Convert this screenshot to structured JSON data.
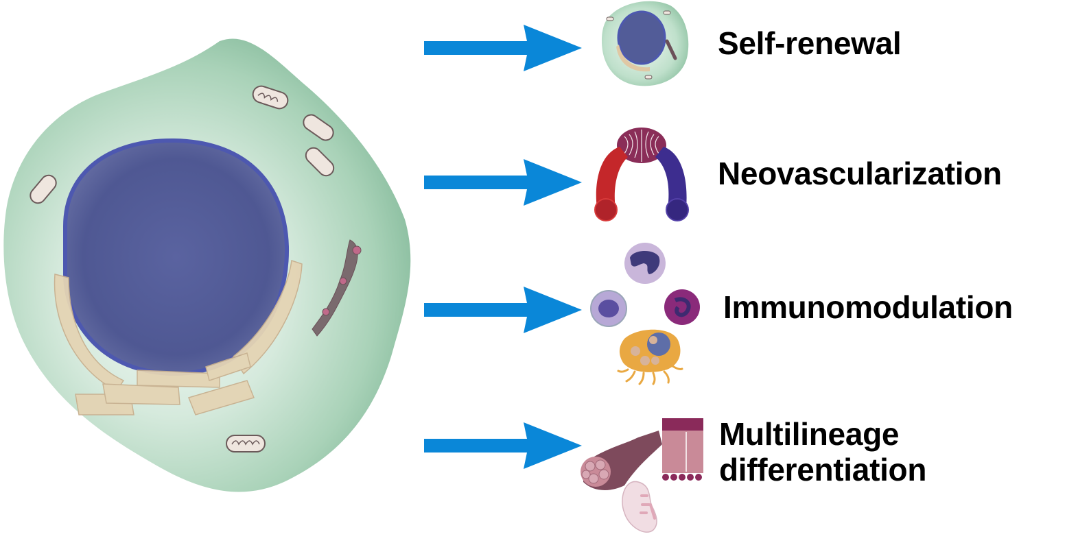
{
  "diagram": {
    "colors": {
      "arrow": "#0a87d8",
      "cytoplasm": "#8fc2a6",
      "cytoplasm_light": "#e6f2ea",
      "nucleus": "#555e95",
      "nucleus_rim": "#4d58b0",
      "er": "#e4d4b4",
      "mitochondria": "#efe6df",
      "artery": "#c4272a",
      "vein": "#3d2d8f"
    },
    "source_cell": {
      "icon": "mesenchymal-stem-cell-icon"
    },
    "outcomes": [
      {
        "label": "Self-renewal",
        "icon": "stem-cell-icon"
      },
      {
        "label": "Neovascularization",
        "icon": "blood-vessel-icon"
      },
      {
        "label": "Immunomodulation",
        "icon": "immune-cells-icon"
      },
      {
        "label": "Multilineage differentiation",
        "label_lines": [
          "Multilineage",
          "differentiation"
        ],
        "icon": "tissues-icon"
      }
    ]
  }
}
